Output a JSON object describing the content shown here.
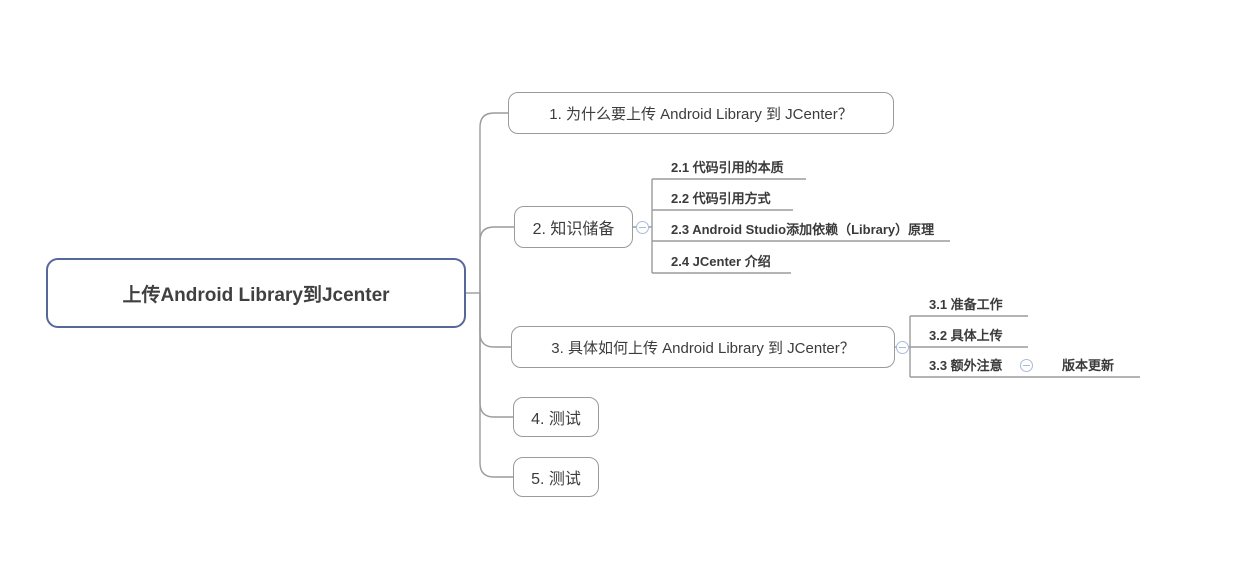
{
  "mindmap": {
    "root": {
      "label": "上传Android Library到Jcenter"
    },
    "branches": [
      {
        "label": "1. 为什么要上传 Android Library 到 JCenter？"
      },
      {
        "label": "2. 知识储备",
        "children": [
          {
            "label": "2.1 代码引用的本质"
          },
          {
            "label": "2.2 代码引用方式"
          },
          {
            "label": "2.3 Android Studio添加依赖（Library）原理"
          },
          {
            "label": "2.4 JCenter 介绍"
          }
        ]
      },
      {
        "label": "3. 具体如何上传 Android Library 到 JCenter？",
        "children": [
          {
            "label": "3.1 准备工作"
          },
          {
            "label": "3.2 具体上传"
          },
          {
            "label": "3.3 额外注意",
            "children": [
              {
                "label": "版本更新"
              }
            ]
          }
        ]
      },
      {
        "label": "4. 测试"
      },
      {
        "label": "5. 测试"
      }
    ],
    "icons": {
      "collapse": "minus-circle"
    },
    "colors": {
      "root_border": "#56689a",
      "node_border": "#9b9b9b",
      "connector": "#9b9b9b",
      "text": "#3c3c3c",
      "collapse_icon": "#a9bada",
      "background": "#ffffff"
    }
  }
}
